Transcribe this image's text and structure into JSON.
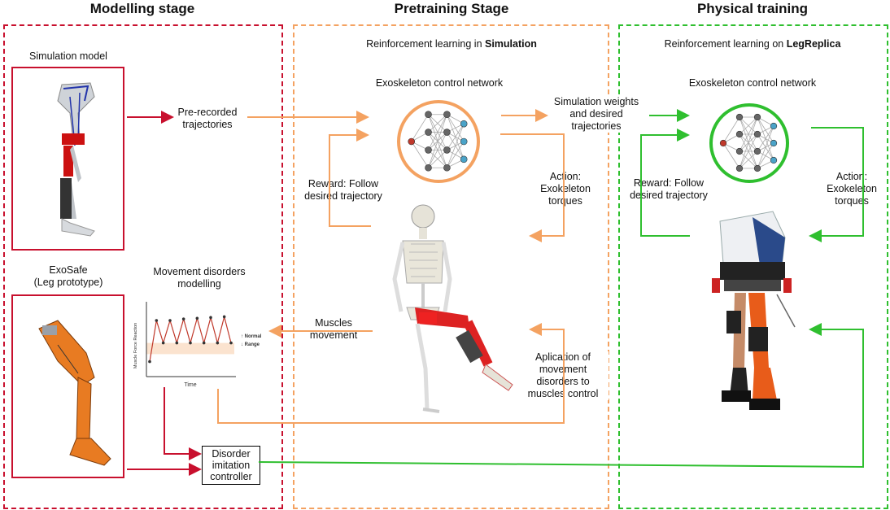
{
  "stages": {
    "modelling": "Modelling stage",
    "pretraining": "Pretraining Stage",
    "physical": "Physical training"
  },
  "modelling": {
    "simulation_model": "Simulation model",
    "exosafe_line1": "ExoSafe",
    "exosafe_line2": "(Leg prototype)",
    "movement_disorders_line1": "Movement disorders",
    "movement_disorders_line2": "modelling",
    "pre_recorded_line1": "Pre-recorded",
    "pre_recorded_line2": "trajectories",
    "disorder_line1": "Disorder",
    "disorder_line2": "imitation",
    "disorder_line3": "controller",
    "chart_ylabel": "Muscle Force Reaction",
    "chart_xlabel": "Time",
    "chart_normal": "Normal",
    "chart_range": "Range"
  },
  "pretraining": {
    "rl_prefix": "Reinforcement learning in ",
    "rl_bold": "Simulation",
    "network_title": "Exoskeleton control network",
    "reward_line1": "Reward: Follow",
    "reward_line2": "desired trajectory",
    "action_line1": "Action:",
    "action_line2": "Exokeleton",
    "action_line3": "torques",
    "muscles_line1": "Muscles",
    "muscles_line2": "movement",
    "aplication_line1": "Aplication of",
    "aplication_line2": "movement",
    "aplication_line3": "disorders to",
    "aplication_line4": "muscles control",
    "sim_weights_line1": "Simulation weights",
    "sim_weights_line2": "and desired",
    "sim_weights_line3": "trajectories"
  },
  "physical": {
    "rl_prefix": "Reinforcement learning on ",
    "rl_bold": "LegReplica",
    "network_title": "Exoskeleton control network",
    "reward_line1": "Reward: Follow",
    "reward_line2": "desired trajectory",
    "action_line1": "Action:",
    "action_line2": "Exokeleton",
    "action_line3": "torques"
  },
  "colors": {
    "red": "#c8102e",
    "orange": "#f4a261",
    "green": "#2fbf2f",
    "blue_marker": "#4a90e2"
  },
  "chart_data": {
    "type": "line",
    "title": "",
    "xlabel": "Time",
    "ylabel": "Muscle Force Reaction",
    "values": [
      0.2,
      0.75,
      0.45,
      0.75,
      0.45,
      0.77,
      0.45,
      0.78,
      0.45,
      0.79,
      0.45,
      0.8,
      0.45
    ],
    "normal_range": [
      0.3,
      0.45
    ],
    "annotations": [
      "Normal",
      "Range"
    ]
  }
}
